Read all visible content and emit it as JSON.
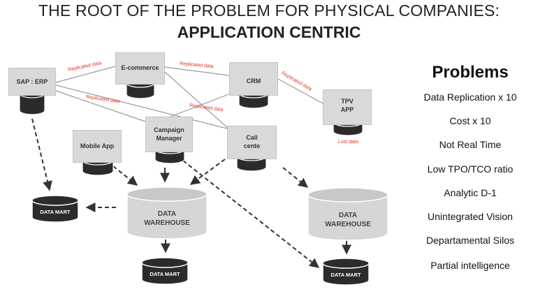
{
  "title": {
    "line1": "THE ROOT OF THE PROBLEM FOR PHYSICAL COMPANIES:",
    "line2": "APPLICATION CENTRIC"
  },
  "systems": {
    "sap": "SAP : ERP",
    "ecommerce": "E-commerce",
    "crm": "CRM",
    "tpv": [
      "TPV",
      "APP"
    ],
    "mobile": "Mobile App",
    "campaign": [
      "Campaign",
      "Manager"
    ],
    "call": [
      "Call",
      "cente"
    ]
  },
  "replicated_label": "Replicated data",
  "lost_label": "Lost data",
  "warehouse_label": [
    "DATA",
    "WAREHOUSE"
  ],
  "datamart_label": "DATA MART",
  "problems": {
    "heading": "Problems",
    "items": [
      "Data Replication x 10",
      "Cost x 10",
      "Not Real Time",
      "Low TPO/TCO ratio",
      "Analytic D-1",
      "Unintegrated Vision",
      "Departamental Silos",
      "Partial intelligence"
    ]
  }
}
